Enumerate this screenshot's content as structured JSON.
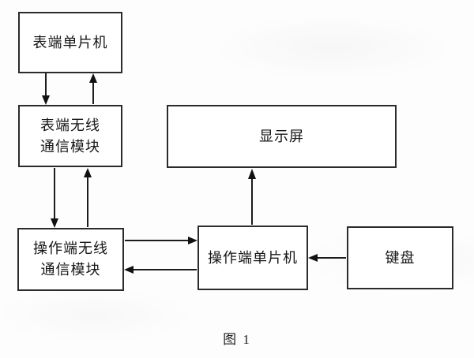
{
  "diagram": {
    "caption": "图 1",
    "nodes": {
      "meter_mcu": {
        "lines": [
          "表端单片机"
        ]
      },
      "meter_wireless": {
        "lines": [
          "表端无线",
          "通信模块"
        ]
      },
      "display": {
        "lines": [
          "显示屏"
        ]
      },
      "op_wireless": {
        "lines": [
          "操作端无线",
          "通信模块"
        ]
      },
      "op_mcu": {
        "lines": [
          "操作端单片机"
        ]
      },
      "keyboard": {
        "lines": [
          "键盘"
        ]
      }
    },
    "edges": [
      {
        "from": "meter_mcu",
        "to": "meter_wireless",
        "direction": "down"
      },
      {
        "from": "meter_wireless",
        "to": "meter_mcu",
        "direction": "up"
      },
      {
        "from": "meter_wireless",
        "to": "op_wireless",
        "direction": "down"
      },
      {
        "from": "op_wireless",
        "to": "meter_wireless",
        "direction": "up"
      },
      {
        "from": "op_wireless",
        "to": "op_mcu",
        "direction": "right"
      },
      {
        "from": "op_mcu",
        "to": "op_wireless",
        "direction": "left"
      },
      {
        "from": "keyboard",
        "to": "op_mcu",
        "direction": "left"
      },
      {
        "from": "op_mcu",
        "to": "display",
        "direction": "up"
      }
    ],
    "colors": {
      "background": "#fcfcfc",
      "box_fill": "#ffffff",
      "box_border": "#2b2b2b",
      "arrow": "#111111",
      "text": "#161616"
    }
  }
}
